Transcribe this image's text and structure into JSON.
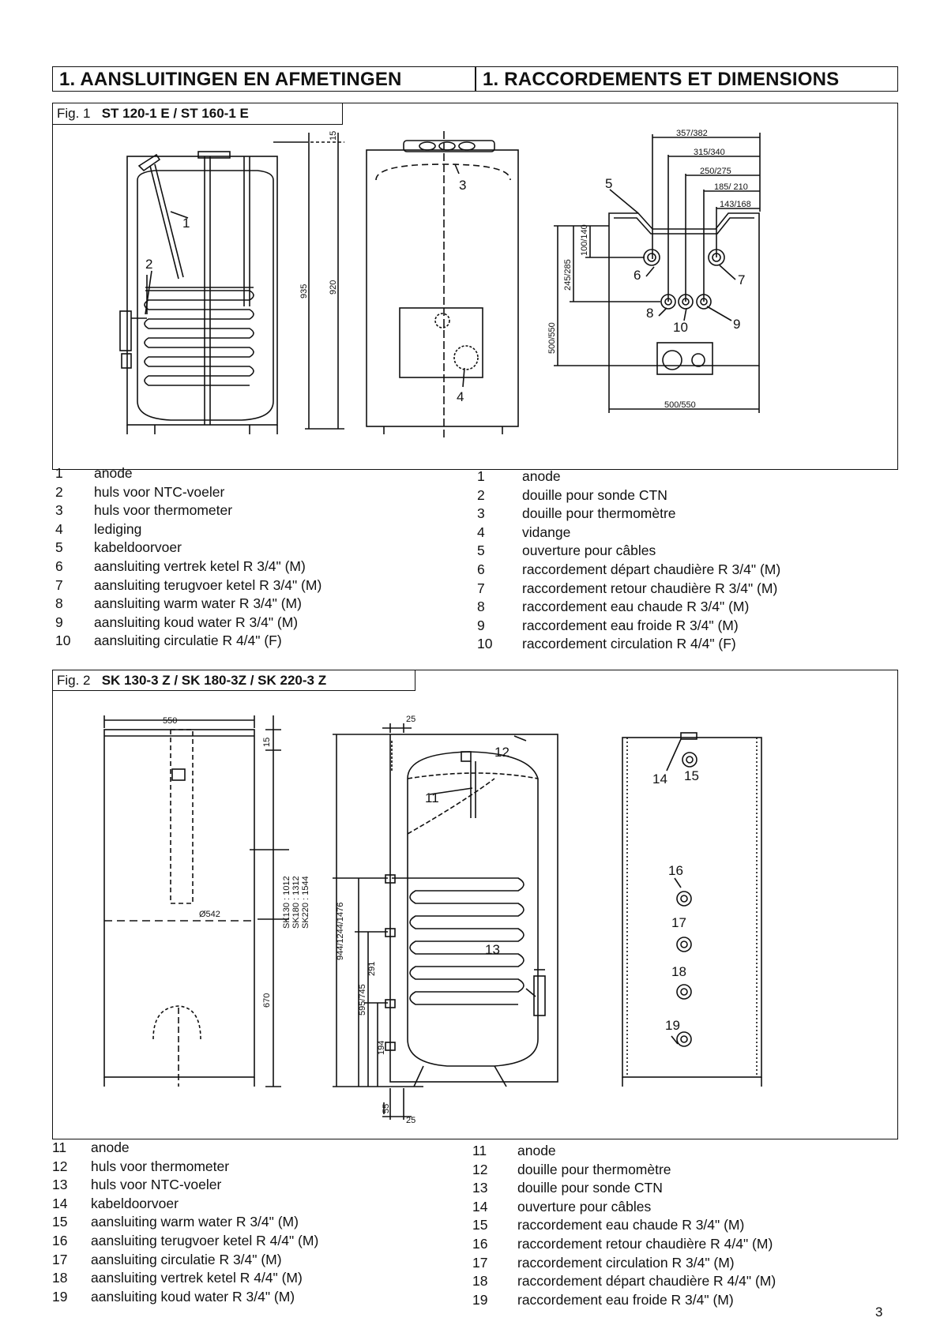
{
  "header": {
    "left": "1. AANSLUITINGEN EN AFMETINGEN",
    "right": "1. RACCORDEMENTS ET DIMENSIONS"
  },
  "fig1": {
    "prefix": "Fig. 1",
    "models": "ST 120-1 E  /  ST 160-1 E",
    "labels": {
      "d15": "15",
      "d935": "935",
      "d920": "920",
      "w357": "357/382",
      "w315": "315/340",
      "w250": "250/275",
      "w185": "185/ 210",
      "w143": "143/168",
      "h100": "100/140",
      "h245": "245/285",
      "h500v": "500/550",
      "w500": "500/550",
      "c1": "1",
      "c2": "2",
      "c3": "3",
      "c4": "4",
      "c5": "5",
      "c6": "6",
      "c7": "7",
      "c8": "8",
      "c9": "9",
      "c10": "10"
    },
    "legend_nl": [
      {
        "n": "1",
        "t": "anode"
      },
      {
        "n": "2",
        "t": "huls voor NTC-voeler"
      },
      {
        "n": "3",
        "t": "huls voor thermometer"
      },
      {
        "n": "4",
        "t": "lediging"
      },
      {
        "n": "5",
        "t": "kabeldoorvoer"
      },
      {
        "n": "6",
        "t": "aansluiting vertrek ketel R 3/4\" (M)"
      },
      {
        "n": "7",
        "t": "aansluiting terugvoer ketel R 3/4\" (M)"
      },
      {
        "n": "8",
        "t": "aansluiting warm water R 3/4\" (M)"
      },
      {
        "n": "9",
        "t": "aansluiting koud water R 3/4\" (M)"
      },
      {
        "n": "10",
        "t": "aansluiting circulatie R 4/4\" (F)"
      }
    ],
    "legend_fr": [
      {
        "n": "1",
        "t": "anode"
      },
      {
        "n": "2",
        "t": "douille pour sonde CTN"
      },
      {
        "n": "3",
        "t": "douille pour thermomètre"
      },
      {
        "n": "4",
        "t": "vidange"
      },
      {
        "n": "5",
        "t": "ouverture pour câbles"
      },
      {
        "n": "6",
        "t": "raccordement départ chaudière R 3/4\" (M)"
      },
      {
        "n": "7",
        "t": "raccordement retour chaudière R 3/4\" (M)"
      },
      {
        "n": "8",
        "t": "raccordement eau chaude R 3/4\" (M)"
      },
      {
        "n": "9",
        "t": "raccordement eau froide R 3/4\" (M)"
      },
      {
        "n": "10",
        "t": "raccordement circulation R 4/4\" (F)"
      }
    ]
  },
  "fig2": {
    "prefix": "Fig. 2",
    "models": "SK 130-3 Z  /  SK 180-3Z  /  SK 220-3 Z",
    "labels": {
      "d550": "550",
      "d15": "15",
      "d542": "Ø542",
      "d670": "670",
      "sk130": "SK130 : 1012",
      "sk180": "SK180 : 1312",
      "sk220": "SK220 : 1544",
      "d25a": "25",
      "d25b": "25",
      "d55": "55",
      "h944": "944/1244/1476",
      "h595": "595/745",
      "h291": "291",
      "h194": "194",
      "c11": "11",
      "c12": "12",
      "c13": "13",
      "c14": "14",
      "c15": "15",
      "c16": "16",
      "c17": "17",
      "c18": "18",
      "c19": "19"
    },
    "legend_nl": [
      {
        "n": "11",
        "t": "anode"
      },
      {
        "n": "12",
        "t": "huls voor thermometer"
      },
      {
        "n": "13",
        "t": "huls voor NTC-voeler"
      },
      {
        "n": "14",
        "t": "kabeldoorvoer"
      },
      {
        "n": "15",
        "t": "aansluiting warm water R 3/4\" (M)"
      },
      {
        "n": "16",
        "t": "aansluiting terugvoer ketel R 4/4\" (M)"
      },
      {
        "n": "17",
        "t": "aansluiting circulatie R 3/4\" (M)"
      },
      {
        "n": "18",
        "t": "aansluiting vertrek ketel R 4/4\" (M)"
      },
      {
        "n": "19",
        "t": "aansluiting koud water R 3/4\" (M)"
      }
    ],
    "legend_fr": [
      {
        "n": "11",
        "t": "anode"
      },
      {
        "n": "12",
        "t": "douille pour thermomètre"
      },
      {
        "n": "13",
        "t": "douille pour sonde CTN"
      },
      {
        "n": "14",
        "t": "ouverture pour câbles"
      },
      {
        "n": "15",
        "t": "raccordement eau chaude R 3/4\" (M)"
      },
      {
        "n": "16",
        "t": "raccordement retour chaudière R 4/4\" (M)"
      },
      {
        "n": "17",
        "t": "raccordement circulation R 3/4\" (M)"
      },
      {
        "n": "18",
        "t": "raccordement départ chaudière R 4/4\" (M)"
      },
      {
        "n": "19",
        "t": "raccordement eau froide R 3/4\" (M)"
      }
    ]
  },
  "page_number": "3"
}
